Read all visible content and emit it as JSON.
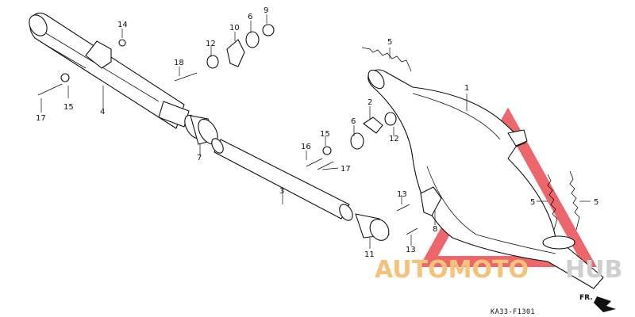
{
  "diagram": {
    "code": "KA33-F1301",
    "direction_label": "FR.",
    "labels": [
      {
        "id": "l1",
        "text": "1"
      },
      {
        "id": "l2",
        "text": "2"
      },
      {
        "id": "l3",
        "text": "3"
      },
      {
        "id": "l4",
        "text": "4"
      },
      {
        "id": "l5a",
        "text": "5"
      },
      {
        "id": "l5b",
        "text": "5"
      },
      {
        "id": "l5c",
        "text": "5"
      },
      {
        "id": "l6a",
        "text": "6"
      },
      {
        "id": "l6b",
        "text": "6"
      },
      {
        "id": "l7",
        "text": "7"
      },
      {
        "id": "l8",
        "text": "8"
      },
      {
        "id": "l9",
        "text": "9"
      },
      {
        "id": "l10",
        "text": "10"
      },
      {
        "id": "l11",
        "text": "11"
      },
      {
        "id": "l12a",
        "text": "12"
      },
      {
        "id": "l12b",
        "text": "12"
      },
      {
        "id": "l13a",
        "text": "13"
      },
      {
        "id": "l13b",
        "text": "13"
      },
      {
        "id": "l14",
        "text": "14"
      },
      {
        "id": "l15a",
        "text": "15"
      },
      {
        "id": "l15b",
        "text": "15"
      },
      {
        "id": "l16",
        "text": "16"
      },
      {
        "id": "l17a",
        "text": "17"
      },
      {
        "id": "l17b",
        "text": "17"
      },
      {
        "id": "l18",
        "text": "18"
      }
    ]
  },
  "watermark": {
    "text_a": "AUTOMOTO",
    "text_b": "HUB",
    "color_a": "#f4c27a",
    "color_b": "#cfcfcf",
    "logo_color": "#e8343a"
  }
}
